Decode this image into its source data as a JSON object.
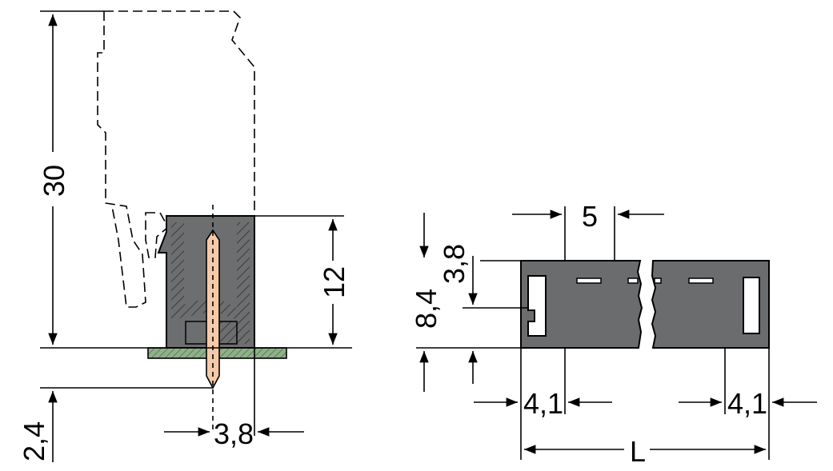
{
  "colors": {
    "housing": "#6d6e70",
    "housing_face": "#6b6c6e",
    "pin": "#f6c9a8",
    "pcb": "#8fb08a",
    "line": "#000000"
  },
  "side_view": {
    "dim_total_height": "30",
    "dim_header_height": "12",
    "dim_pin_below": "2,4",
    "dim_pin_offset": "3,8"
  },
  "front_view": {
    "dim_pitch": "5",
    "dim_top_offset": "3,8",
    "dim_height": "8,4",
    "dim_left_edge": "4,1",
    "dim_right_edge": "4,1",
    "dim_length": "L"
  }
}
